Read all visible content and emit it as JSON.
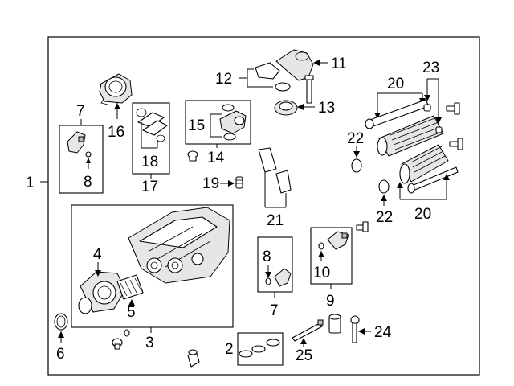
{
  "callouts": {
    "c1": "1",
    "c2": "2",
    "c3": "3",
    "c4": "4",
    "c5": "5",
    "c6": "6",
    "c7a": "7",
    "c7b": "7",
    "c8a": "8",
    "c8b": "8",
    "c9": "9",
    "c10": "10",
    "c11": "11",
    "c12": "12",
    "c13": "13",
    "c14": "14",
    "c15": "15",
    "c16": "16",
    "c17": "17",
    "c18": "18",
    "c19": "19",
    "c20a": "20",
    "c20b": "20",
    "c21": "21",
    "c22a": "22",
    "c22b": "22",
    "c23": "23",
    "c24": "24",
    "c25": "25"
  }
}
